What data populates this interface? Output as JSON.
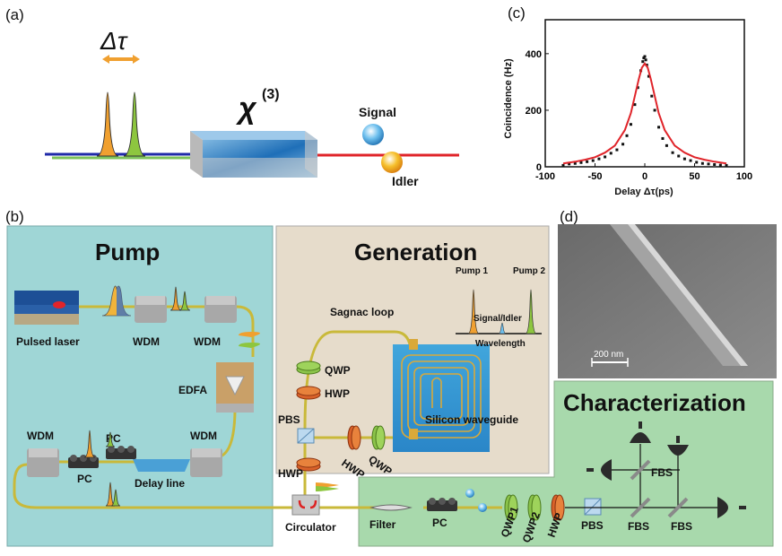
{
  "panels": {
    "a": "(a)",
    "b": "(b)",
    "c": "(c)",
    "d": "(d)"
  },
  "panel_a": {
    "delta_tau": "Δτ",
    "chi": "χ",
    "chi_sup": "(3)",
    "signal": "Signal",
    "idler": "Idler"
  },
  "chart_data": {
    "type": "scatter",
    "ylabel": "Coincidence (Hz)",
    "xlabel": "Delay Δτ(ps)",
    "xlim": [
      -100,
      100
    ],
    "ylim": [
      0,
      520
    ],
    "xticks": [
      "-100",
      "-50",
      "0",
      "50",
      "100"
    ],
    "yticks": [
      "0",
      "200",
      "400"
    ],
    "series": [
      {
        "x": [
          -82,
          -76,
          -70,
          -64,
          -58,
          -52,
          -46,
          -40,
          -34,
          -28,
          -22,
          -18,
          -14,
          -10,
          -7,
          -4,
          -2,
          -1,
          0,
          1,
          2,
          4,
          7,
          10,
          14,
          18,
          22,
          28,
          34,
          40,
          46,
          52,
          58,
          64,
          70,
          76,
          82
        ],
        "y": [
          5,
          10,
          12,
          15,
          18,
          22,
          28,
          35,
          48,
          60,
          80,
          110,
          150,
          220,
          280,
          340,
          372,
          385,
          390,
          378,
          360,
          320,
          250,
          200,
          140,
          100,
          75,
          50,
          38,
          28,
          22,
          16,
          12,
          10,
          8,
          6,
          5
        ]
      },
      {
        "x": [
          -82,
          -70,
          -60,
          -50,
          -40,
          -30,
          -20,
          -14,
          -10,
          -6,
          -3,
          0,
          3,
          6,
          10,
          14,
          20,
          30,
          40,
          50,
          60,
          70,
          82
        ],
        "y": [
          12,
          18,
          25,
          34,
          50,
          75,
          130,
          190,
          250,
          310,
          350,
          365,
          350,
          310,
          250,
          190,
          130,
          75,
          50,
          34,
          25,
          18,
          12
        ]
      }
    ]
  },
  "panel_b": {
    "pump_title": "Pump",
    "generation_title": "Generation",
    "characterization_title": "Characterization",
    "pulsed_laser": "Pulsed laser",
    "wdm": "WDM",
    "edfa": "EDFA",
    "pc": "PC",
    "delay_line": "Delay line",
    "sagnac_loop": "Sagnac loop",
    "qwp": "QWP",
    "hwp": "HWP",
    "pbs": "PBS",
    "silicon_waveguide": "Silicon waveguide",
    "pump1": "Pump 1",
    "pump2": "Pump 2",
    "signal_idler": "Signal/Idler",
    "wavelength": "Wavelength",
    "circulator": "Circulator",
    "filter": "Filter",
    "qwp1": "QWP1",
    "qwp2": "QWP2",
    "fbs": "FBS"
  },
  "panel_d": {
    "scale": "200 nm"
  },
  "colors": {
    "pump_bg": "#9fd6d6",
    "gen_bg": "#e6dccb",
    "char_bg": "#a8d9ac",
    "fiber": "#c9b93a",
    "red_line": "#e0242a"
  }
}
